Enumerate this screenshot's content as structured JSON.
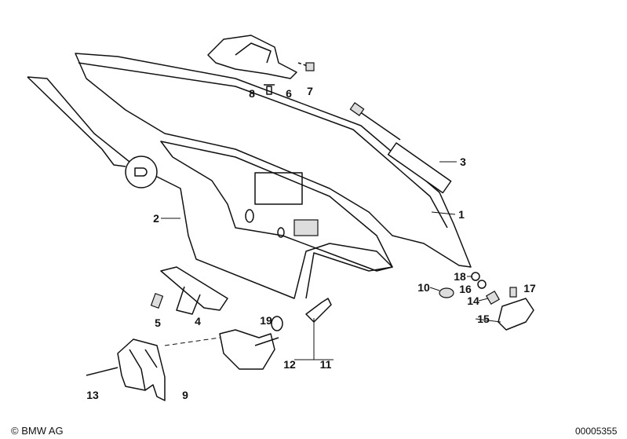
{
  "diagram": {
    "callouts": [
      "1",
      "2",
      "3",
      "4",
      "5",
      "6",
      "7",
      "8",
      "9",
      "10",
      "11",
      "12",
      "13",
      "14",
      "15",
      "16",
      "17",
      "18",
      "19"
    ],
    "copyright": "© BMW AG",
    "image_number": "00005355"
  }
}
